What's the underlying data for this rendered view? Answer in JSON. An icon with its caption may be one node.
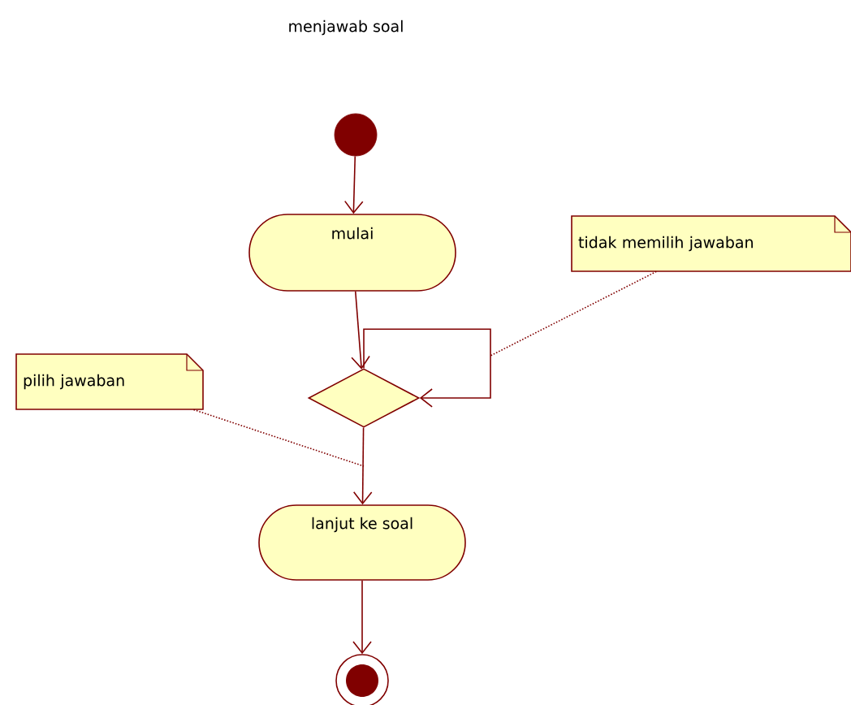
{
  "diagram": {
    "title": "menjawab soal",
    "nodes": [
      {
        "text": [],
        "shape": "circle"
      },
      {
        "text": [
          "mulai"
        ]
      },
      {
        "text": [],
        "shape": "diamond"
      },
      {
        "text": [
          "lanjut ke soal"
        ]
      },
      {
        "text": [],
        "shape": "circle"
      },
      {
        "text": [
          "tidak memilih jawaban"
        ]
      },
      {
        "text": [
          "pilih jawaban"
        ]
      }
    ],
    "edges": [
      {
        "from": 0,
        "to": 1,
        "arrow": "to"
      },
      {
        "from": 1,
        "to": 2,
        "arrow": "to"
      },
      {
        "from": 2,
        "to": 2,
        "arrow": "to"
      },
      {
        "from": 2,
        "to": 3,
        "arrow": "to"
      },
      {
        "from": 3,
        "to": 4,
        "arrow": "to"
      },
      {
        "from": 5,
        "to": null,
        "arrow": "none",
        "style": "dashed"
      },
      {
        "from": 6,
        "to": null,
        "arrow": "none",
        "style": "dashed"
      }
    ]
  }
}
